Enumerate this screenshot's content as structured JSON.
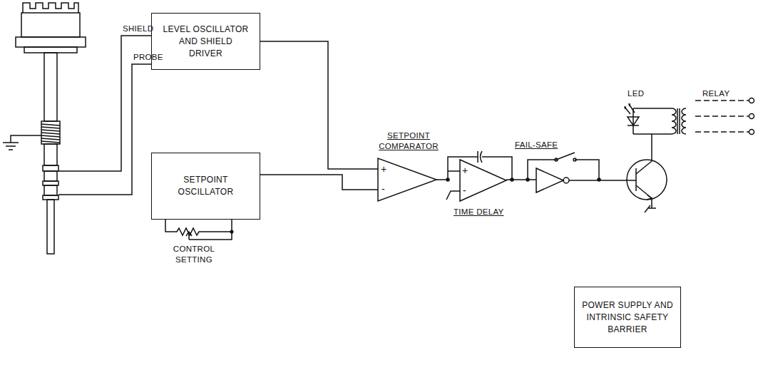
{
  "diagram": {
    "nodes": [
      {
        "text": [
          "LEVEL OSCILLATOR AND SHIELD DRIVER"
        ]
      },
      {
        "text": [
          "SETPOINT OSCILLATOR"
        ]
      },
      {
        "text": [
          "POWER SUPPLY AND INTRINSIC SAFETY BARRIER"
        ]
      }
    ],
    "labels": [
      "SHIELD",
      "PROBE",
      "SETPOINT COMPARATOR",
      "+",
      "-",
      "+",
      "-",
      "TIME DELAY",
      "FAIL-SAFE",
      "LED",
      "RELAY",
      "CONTROL SETTING"
    ]
  }
}
